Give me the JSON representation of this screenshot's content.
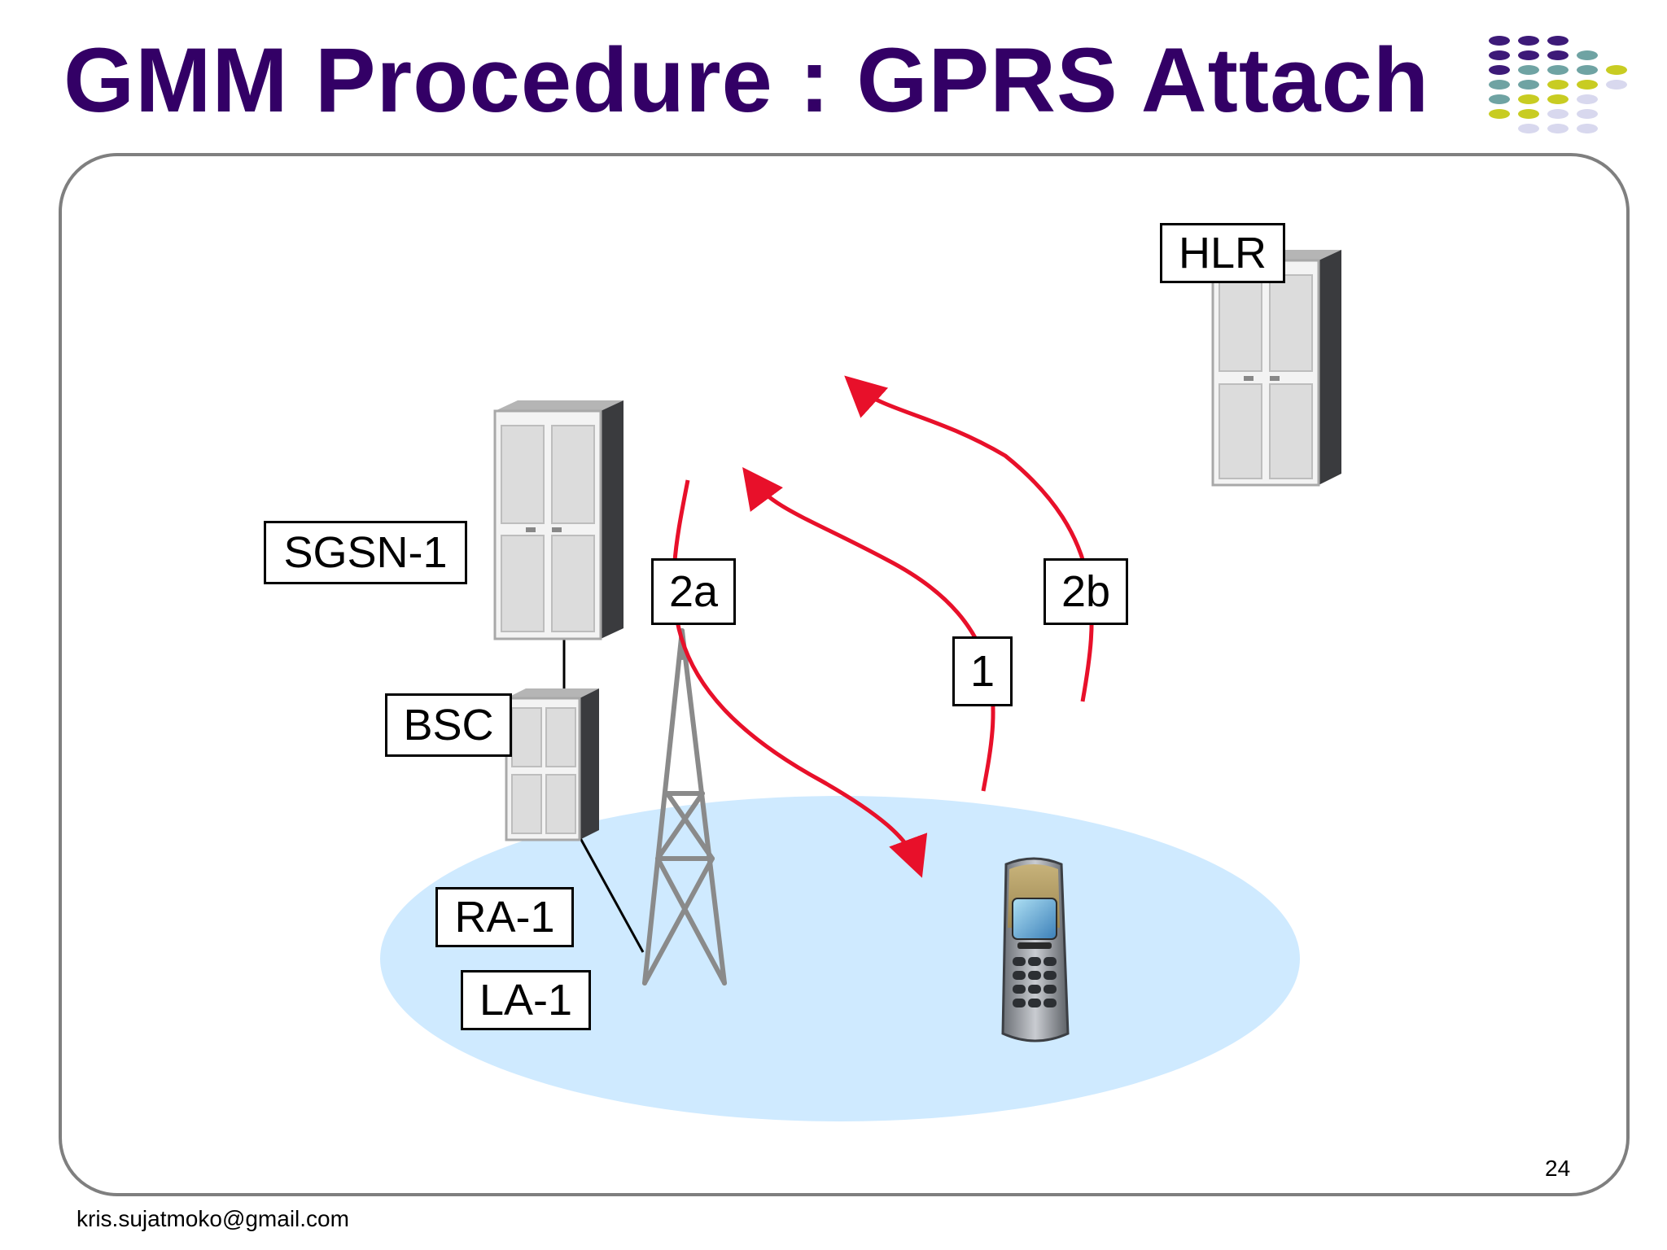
{
  "slide": {
    "title": "GMM Procedure : GPRS Attach",
    "page_number": "24",
    "footer": "kris.sujatmoko@gmail.com"
  },
  "labels": {
    "hlr": "HLR",
    "sgsn": "SGSN-1",
    "bsc": "BSC",
    "ra": "RA-1",
    "la": "LA-1",
    "step_2a": "2a",
    "step_2b": "2b",
    "step_1": "1"
  },
  "colors": {
    "title": "#330066",
    "arrow": "#e8102a",
    "cell_area": "#cfeaff",
    "logo_purple": "#3d1a78",
    "logo_teal": "#6fa3a3",
    "logo_yellow": "#c8cc22",
    "logo_lavender": "#d8d8ee"
  },
  "icons": [
    "logo-dots-icon",
    "server-icon",
    "antenna-tower-icon",
    "mobile-phone-icon",
    "arrow-icon"
  ]
}
